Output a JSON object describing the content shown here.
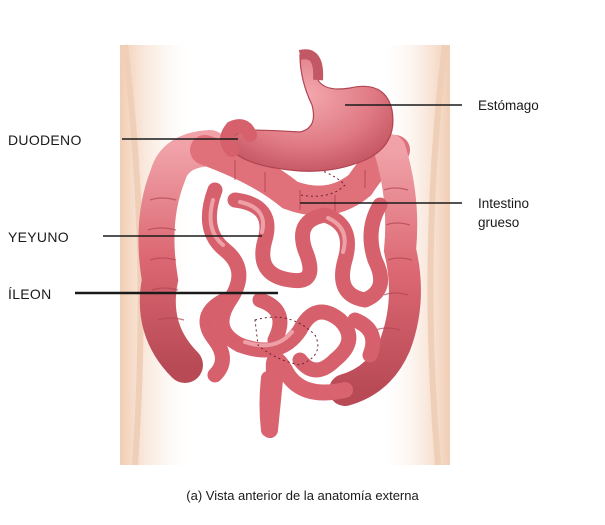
{
  "labels": {
    "duodeno": "DUODENO",
    "yeyuno": "YEYUNO",
    "ileon": "ÍLEON",
    "estomago": "Estómago",
    "intestino_line1": "Intestino",
    "intestino_line2": "grueso"
  },
  "caption": "(a) Vista anterior de la anatomía externa",
  "colors": {
    "body_outline": "#f3d9c7",
    "body_fill": "#fbefe6",
    "stomach": "#e07b85",
    "intestine": "#d9646f",
    "intestine_light": "#ef9aa1",
    "intestine_dark": "#b84a56",
    "leader_line": "#1a1a1a"
  }
}
